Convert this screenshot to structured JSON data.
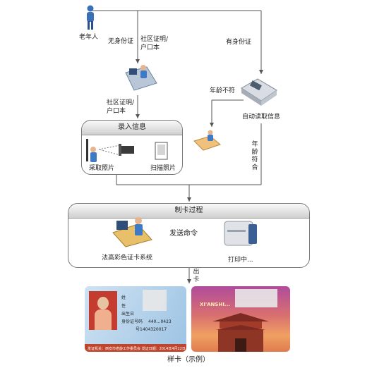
{
  "nodes": {
    "elder": "老年人",
    "auto_read": "自动读取信息",
    "system": "法高彩色证卡系统",
    "printing": "打印中..."
  },
  "edges": {
    "no_id": "无身份证",
    "community_top": "社区证明/户口本",
    "has_id": "有身份证",
    "age_not_match": "年龄不符",
    "community_left": "社区证明/户口本",
    "age_match": "年龄符合",
    "send_cmd": "发送命令",
    "out_card": "出卡"
  },
  "sections": {
    "entry": {
      "title": "录入信息",
      "photo": "采取照片",
      "scan": "扫描照片"
    },
    "make": {
      "title": "制卡过程"
    }
  },
  "caption": "样卡（示例）",
  "card_text": {
    "name_row": "姓",
    "sex_row": "性",
    "birth_row": "出生日",
    "id_label": "身份证号码",
    "id_value": "440…0423",
    "no_label": "号",
    "no_value": "号1404320017",
    "footer": "发证机关：西安市老龄工作委员会  发证日期：2014年4月22日",
    "back_title": "XI'ANSHI..."
  },
  "colors": {
    "line": "#555555",
    "card_red": "#c8553a",
    "card_blue": "#6fa3d6"
  }
}
